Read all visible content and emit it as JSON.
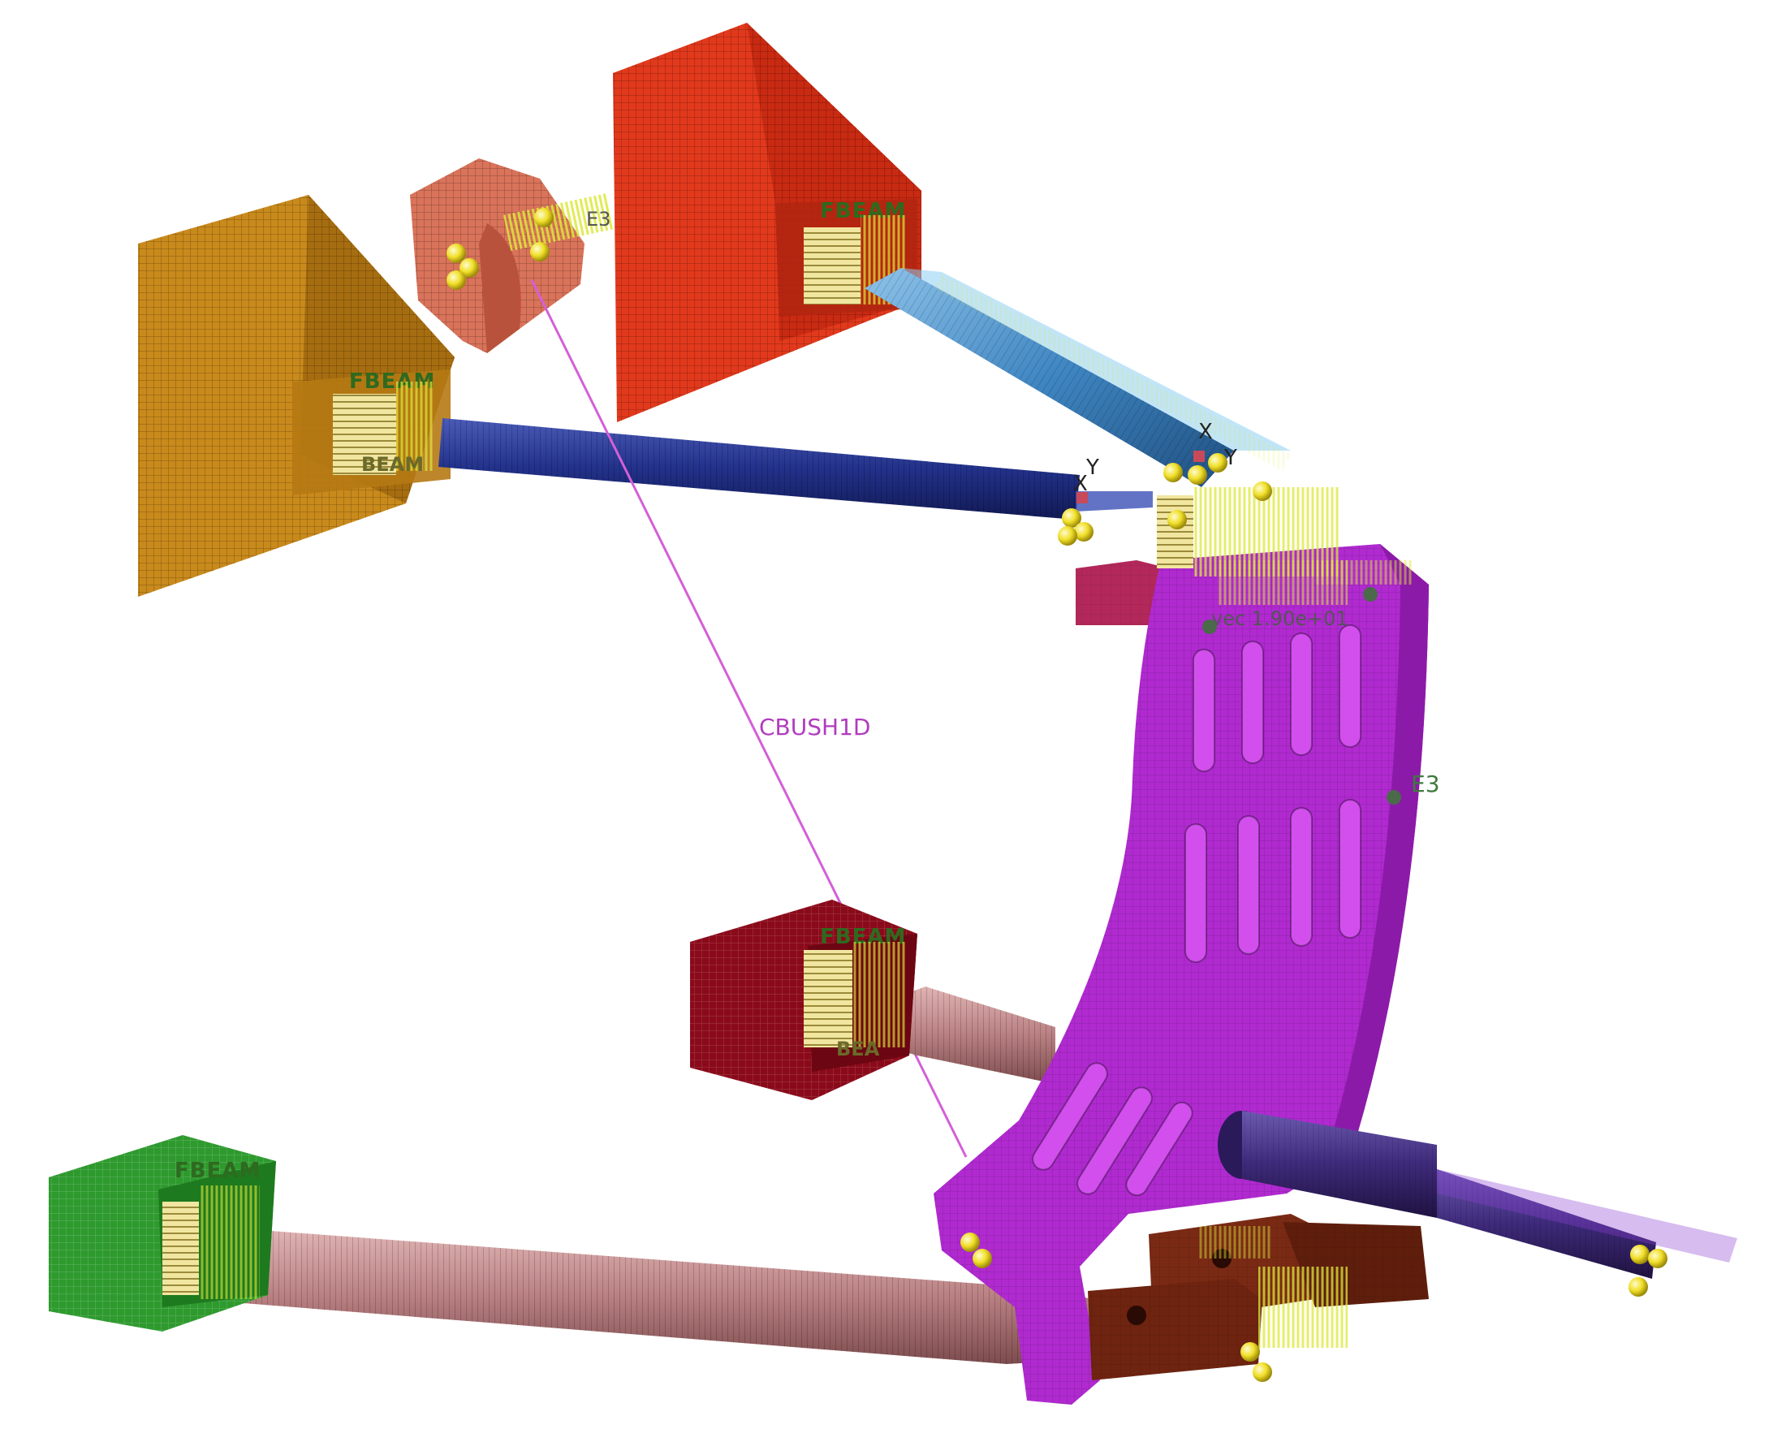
{
  "colors": {
    "background": "#ffffff",
    "mount_olive": "#c98a1c",
    "mount_salmon": "#d9735a",
    "mount_red": "#e2391c",
    "mount_darkred": "#8a0a1a",
    "mount_green": "#2e9a2e",
    "rod_navy": "#22318a",
    "rod_lightblue": "#4a8fc8",
    "rod_pink": "#b98082",
    "knuckle_magenta": "#b02ad0",
    "spindle_indigo": "#3e2a7a",
    "block_brown": "#7a2a14",
    "block_crimson": "#b2285a",
    "cbush_line": "#d45fd8",
    "spring_yellow": "#eee08a",
    "node_yellow": "#f2e23a"
  },
  "labels": {
    "cbush": "CBUSH1D",
    "e3": "E3",
    "fbeam": "FBEAM",
    "beam": "BEAM",
    "beam_short": "BEA",
    "vector_readout": "vec  1.90e+01",
    "axis_x": "X",
    "axis_y": "Y",
    "fragment_e3": "E3"
  }
}
